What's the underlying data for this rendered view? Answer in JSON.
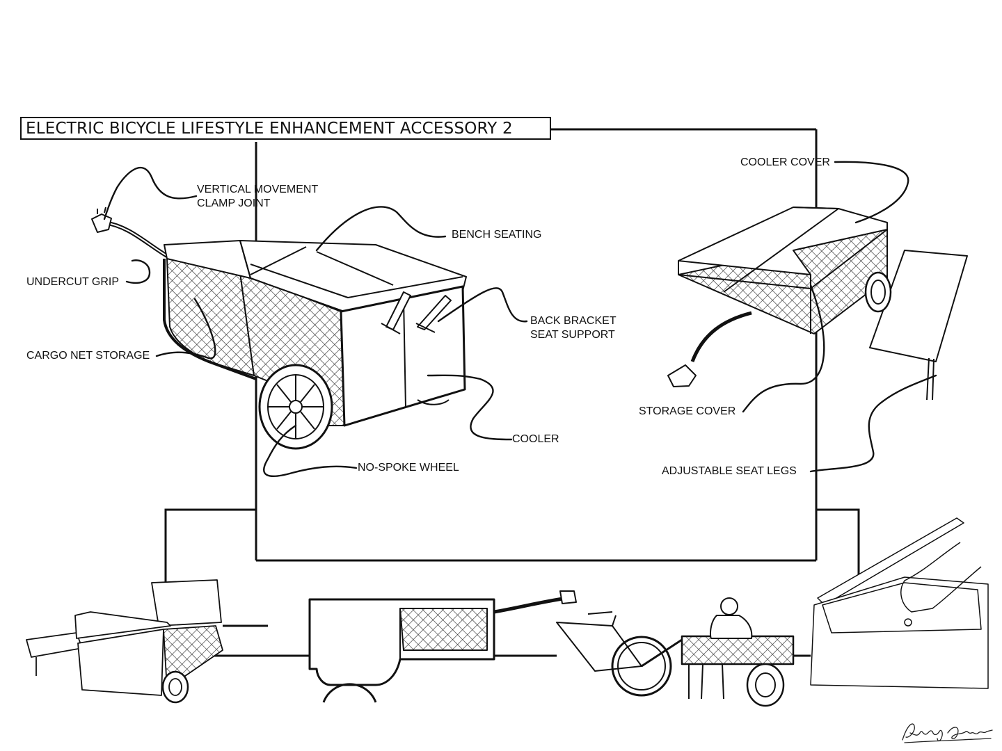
{
  "title": "ELECTRIC BICYCLE LIFESTYLE ENHANCEMENT ACCESSORY 2",
  "callouts": {
    "vertical_clamp": [
      "VERTICAL MOVEMENT",
      "CLAMP JOINT"
    ],
    "bench_seating": "BENCH SEATING",
    "undercut_grip": "UNDERCUT GRIP",
    "back_bracket": [
      "BACK BRACKET",
      "SEAT SUPPORT"
    ],
    "cargo_net": "CARGO NET STORAGE",
    "cooler": "COOLER",
    "no_spoke_wheel": "NO-SPOKE WHEEL",
    "cooler_cover": "COOLER COVER",
    "storage_cover": "STORAGE COVER",
    "adjustable_legs": "ADJUSTABLE SEAT LEGS"
  },
  "signature": "Anthony Grzywacz",
  "colors": {
    "ink": "#111111",
    "paper": "#ffffff",
    "fill": "#f2f2f2"
  }
}
